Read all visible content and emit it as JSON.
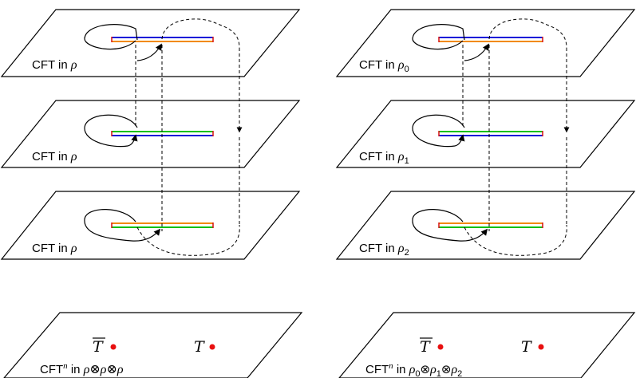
{
  "colors": {
    "outline": "#000000",
    "cut_orange": "#f28a00",
    "cut_blue": "#1010d8",
    "cut_green": "#10c010",
    "cut_red_end": "#d81010",
    "twist_point": "#e81010"
  },
  "left": {
    "sheets": [
      {
        "prefix": "CFT in ",
        "rho": "ρ",
        "sub": ""
      },
      {
        "prefix": "CFT in ",
        "rho": "ρ",
        "sub": ""
      },
      {
        "prefix": "CFT in ",
        "rho": "ρ",
        "sub": ""
      }
    ],
    "bottom": {
      "cft": "CFT",
      "sup": "n",
      "in": " in ",
      "product": "ρ⊗ρ⊗ρ",
      "tbar": "T",
      "t": "T"
    }
  },
  "right": {
    "sheets": [
      {
        "prefix": "CFT in ",
        "rho": "ρ",
        "sub": "0"
      },
      {
        "prefix": "CFT in ",
        "rho": "ρ",
        "sub": "1"
      },
      {
        "prefix": "CFT in ",
        "rho": "ρ",
        "sub": "2"
      }
    ],
    "bottom": {
      "cft": "CFT",
      "sup": "n",
      "in": " in ",
      "rho0": "ρ",
      "sub0": "0",
      "otimes1": "⊗",
      "rho1": "ρ",
      "sub1": "1",
      "otimes2": "⊗",
      "rho2": "ρ",
      "sub2": "2",
      "tbar": "T",
      "t": "T"
    }
  }
}
